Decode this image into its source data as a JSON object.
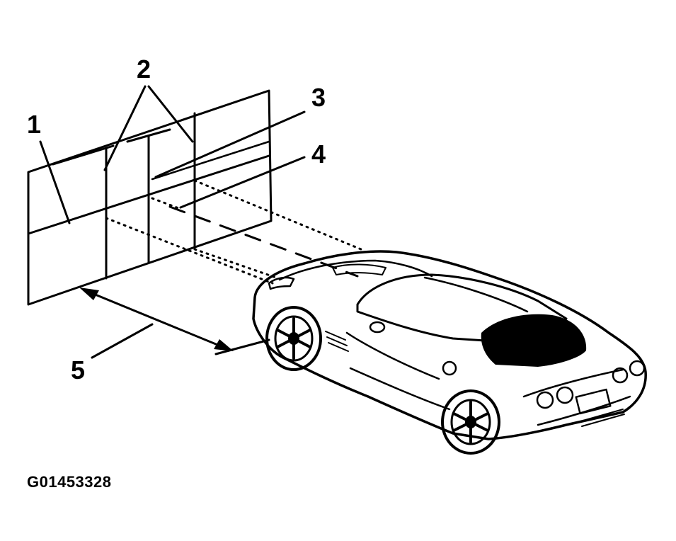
{
  "figure_id": "G01453328",
  "callouts": [
    {
      "label": "1"
    },
    {
      "label": "2"
    },
    {
      "label": "3"
    },
    {
      "label": "4"
    },
    {
      "label": "5"
    }
  ],
  "colors": {
    "ink": "#000000",
    "paper": "#ffffff"
  }
}
